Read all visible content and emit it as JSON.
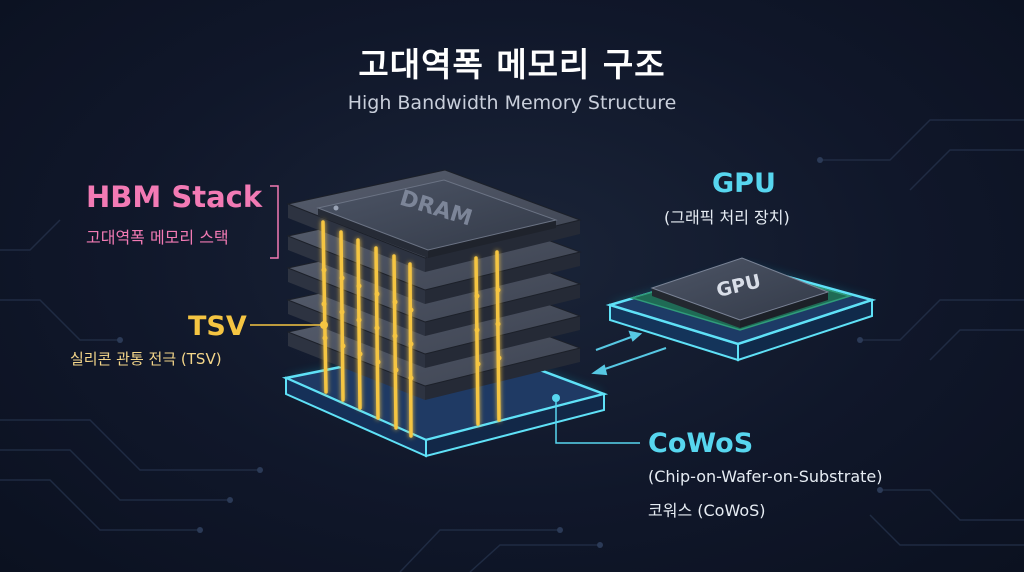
{
  "title": "고대역폭 메모리 구조",
  "subtitle": "High Bandwidth Memory Structure",
  "labels": {
    "hbm_stack": "HBM Stack",
    "hbm_stack_ko": "고대역폭 메모리 스택",
    "tsv": "TSV",
    "tsv_ko": "실리콘 관통 전극 (TSV)",
    "gpu": "GPU",
    "gpu_ko": "(그래픽 처리 장치)",
    "cowos": "CoWoS",
    "cowos_full": "(Chip-on-Wafer-on-Substrate)",
    "cowos_ko": "코워스 (CoWoS)"
  },
  "chip_text": {
    "dram": "DRAM",
    "gpu": "GPU"
  },
  "colors": {
    "hbm_accent": "#f27ab4",
    "tsv_accent": "#f5c542",
    "cyan_accent": "#57d6ef",
    "background": "#10172a"
  }
}
